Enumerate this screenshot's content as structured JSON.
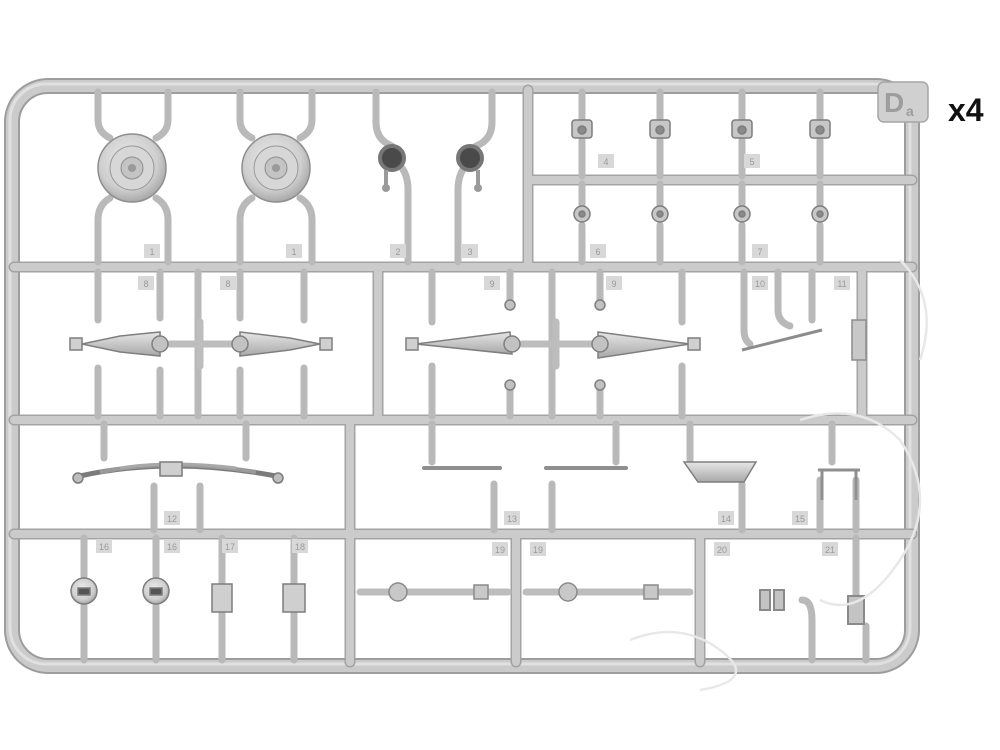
{
  "sprue": {
    "letter": "D",
    "letter_sub": "a",
    "multiplier": "x4",
    "part_numbers": [
      "1",
      "1",
      "2",
      "3",
      "4",
      "5",
      "6",
      "7",
      "8",
      "8",
      "9",
      "9",
      "10",
      "11",
      "12",
      "13",
      "14",
      "15",
      "16",
      "16",
      "17",
      "18",
      "19",
      "19",
      "20",
      "21"
    ]
  },
  "colors": {
    "plastic": "#c9c9c9",
    "plastic_dark": "#9b9b9b",
    "plastic_light": "#e2e2e2",
    "tag_fill": "#d8d8d8",
    "tag_text": "#9a9a9a",
    "background": "#ffffff",
    "text": "#111111"
  }
}
